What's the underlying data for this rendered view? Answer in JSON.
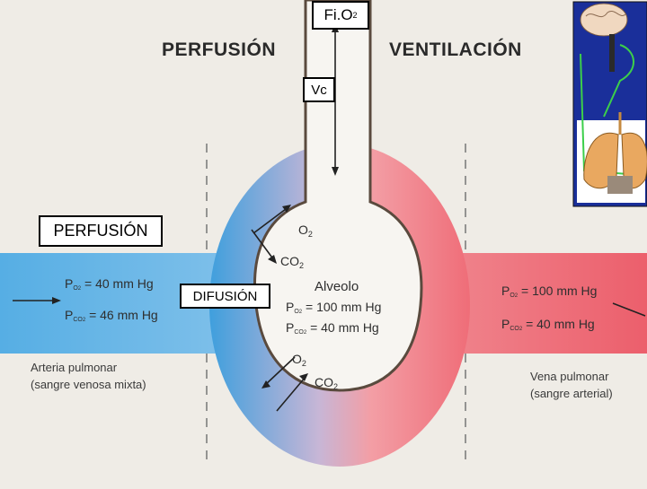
{
  "headers": {
    "left": "PERFUSIÓN",
    "right": "VENTILACIÓN"
  },
  "boxes": {
    "fio2": "Fi.O",
    "fio2_sub": "2",
    "vc": "Vc",
    "perfusion": "PERFUSIÓN",
    "difusion": "DIFUSIÓN"
  },
  "alveolo": {
    "title": "Alveolo",
    "po2": "= 100 mm Hg",
    "pco2": "= 40 mm Hg"
  },
  "gases": {
    "o2": "O",
    "co2": "CO",
    "sub2": "2"
  },
  "artery": {
    "po2": "= 40 mm Hg",
    "pco2": "= 46 mm Hg",
    "name": "Arteria pulmonar",
    "desc": "(sangre venosa mixta)"
  },
  "vein": {
    "po2": "= 100 mm Hg",
    "pco2": "= 40 mm Hg",
    "name": "Vena pulmonar",
    "desc": "(sangre arterial)"
  },
  "symbols": {
    "p": "P",
    "o": "O",
    "co": "CO",
    "two": "2"
  },
  "colors": {
    "venous": "#4aa6de",
    "arterial": "#f0707a",
    "background": "#efece6"
  },
  "icons": [
    "brain-icon",
    "lungs-icon"
  ]
}
